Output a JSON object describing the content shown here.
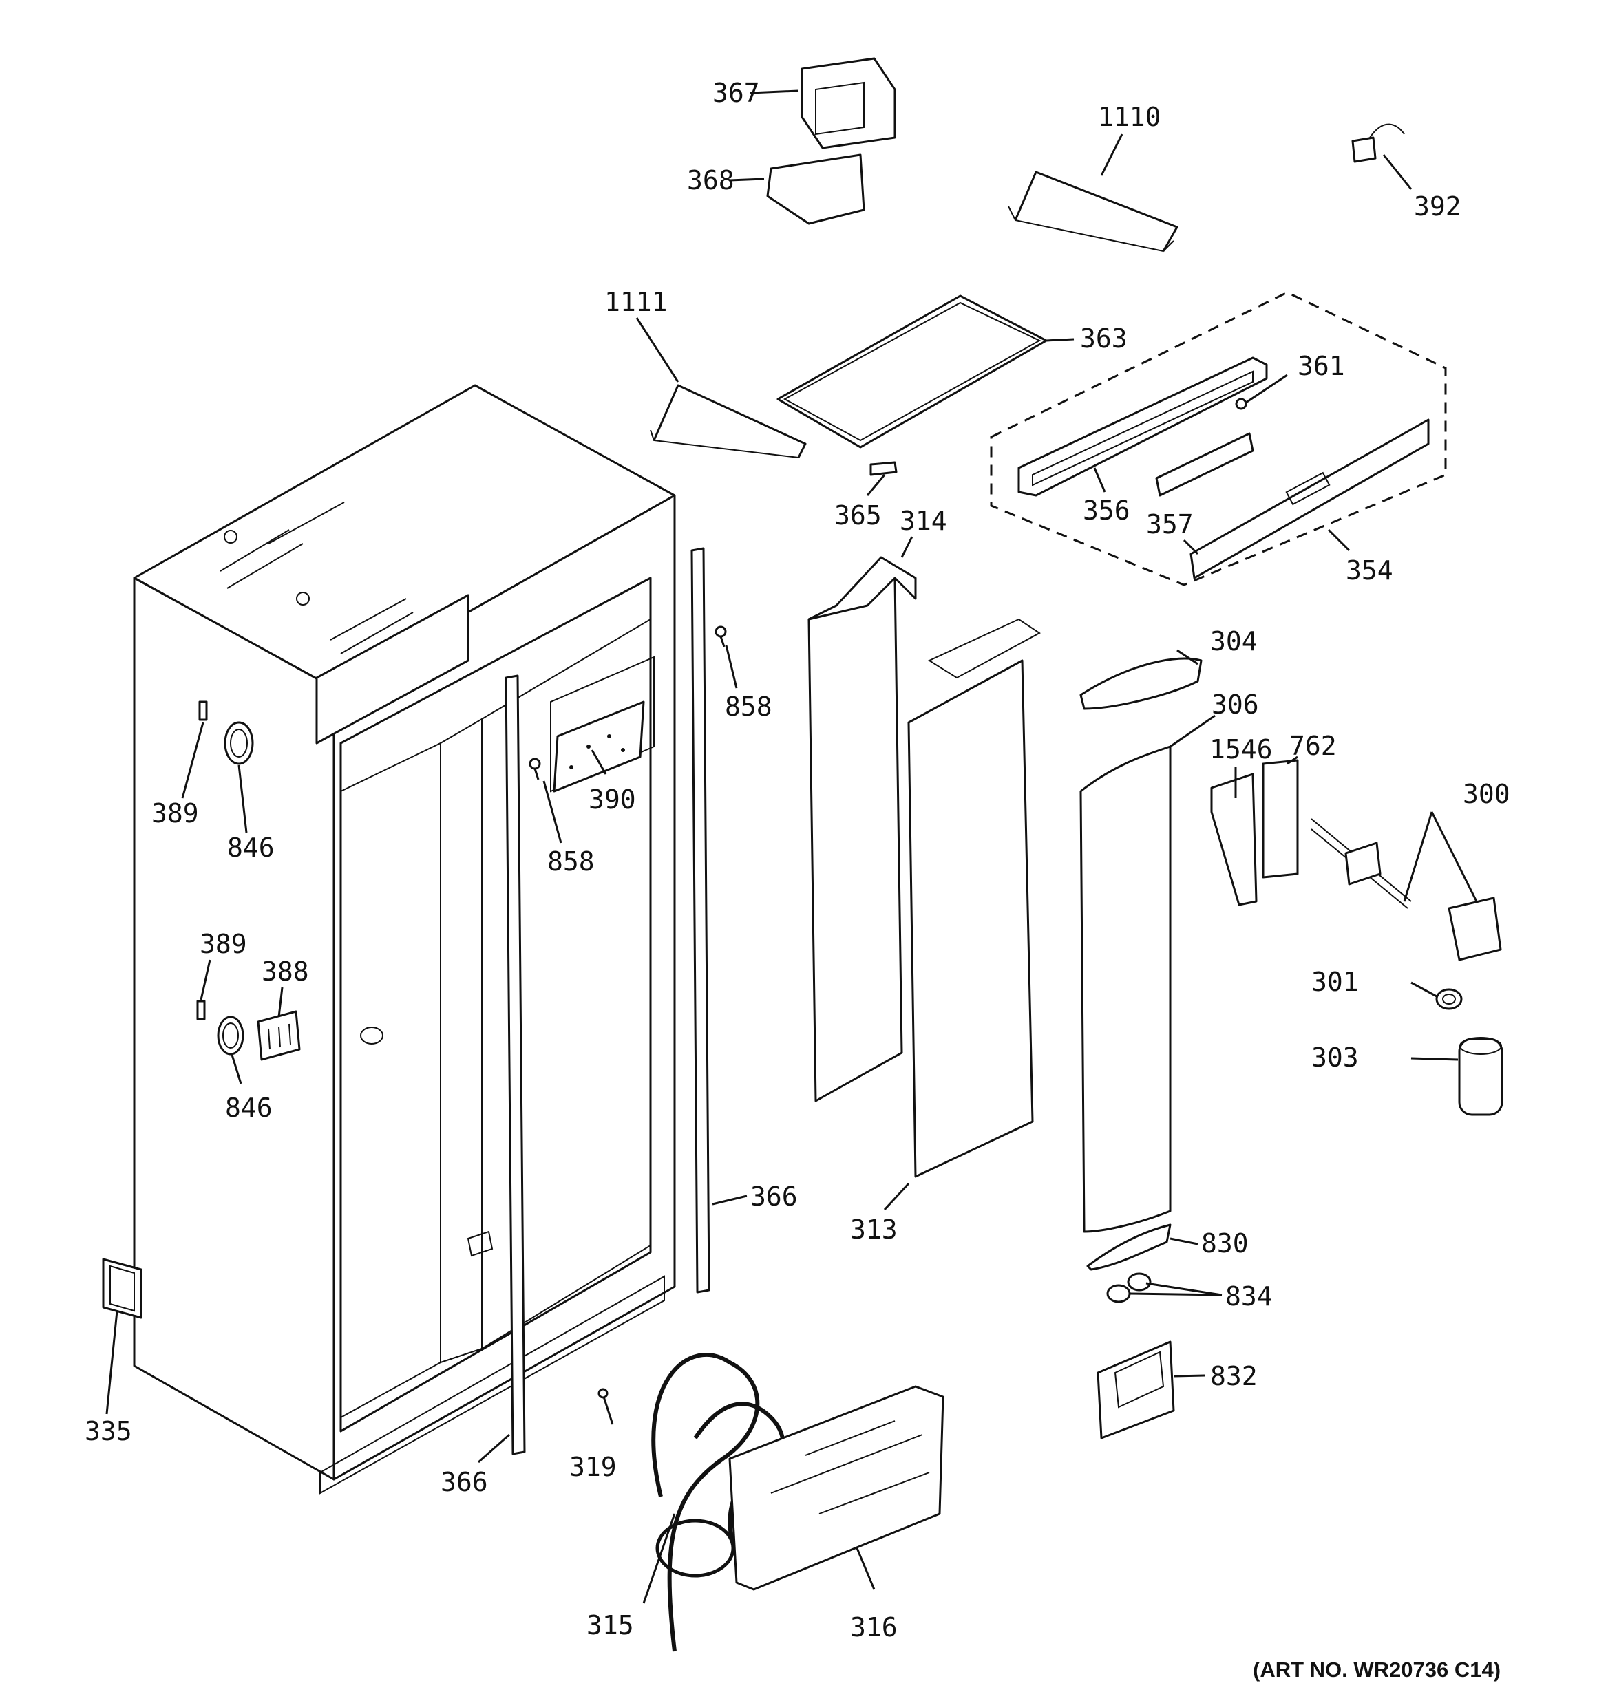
{
  "diagram": {
    "art_number": "(ART NO. WR20736 C14)",
    "callouts": [
      {
        "id": "c367",
        "text": "367"
      },
      {
        "id": "c368",
        "text": "368"
      },
      {
        "id": "c1110",
        "text": "1110"
      },
      {
        "id": "c392",
        "text": "392"
      },
      {
        "id": "c1111",
        "text": "1111"
      },
      {
        "id": "c363",
        "text": "363"
      },
      {
        "id": "c361",
        "text": "361"
      },
      {
        "id": "c365",
        "text": "365"
      },
      {
        "id": "c356",
        "text": "356"
      },
      {
        "id": "c357",
        "text": "357"
      },
      {
        "id": "c354",
        "text": "354"
      },
      {
        "id": "c314",
        "text": "314"
      },
      {
        "id": "c858a",
        "text": "858"
      },
      {
        "id": "c858b",
        "text": "858"
      },
      {
        "id": "c390",
        "text": "390"
      },
      {
        "id": "c389a",
        "text": "389"
      },
      {
        "id": "c846a",
        "text": "846"
      },
      {
        "id": "c389b",
        "text": "389"
      },
      {
        "id": "c388",
        "text": "388"
      },
      {
        "id": "c846b",
        "text": "846"
      },
      {
        "id": "c304",
        "text": "304"
      },
      {
        "id": "c306",
        "text": "306"
      },
      {
        "id": "c1546",
        "text": "1546"
      },
      {
        "id": "c762",
        "text": "762"
      },
      {
        "id": "c300",
        "text": "300"
      },
      {
        "id": "c301",
        "text": "301"
      },
      {
        "id": "c303",
        "text": "303"
      },
      {
        "id": "c366a",
        "text": "366"
      },
      {
        "id": "c313",
        "text": "313"
      },
      {
        "id": "c830",
        "text": "830"
      },
      {
        "id": "c834",
        "text": "834"
      },
      {
        "id": "c832",
        "text": "832"
      },
      {
        "id": "c335",
        "text": "335"
      },
      {
        "id": "c366b",
        "text": "366"
      },
      {
        "id": "c319",
        "text": "319"
      },
      {
        "id": "c315",
        "text": "315"
      },
      {
        "id": "c316",
        "text": "316"
      }
    ]
  }
}
